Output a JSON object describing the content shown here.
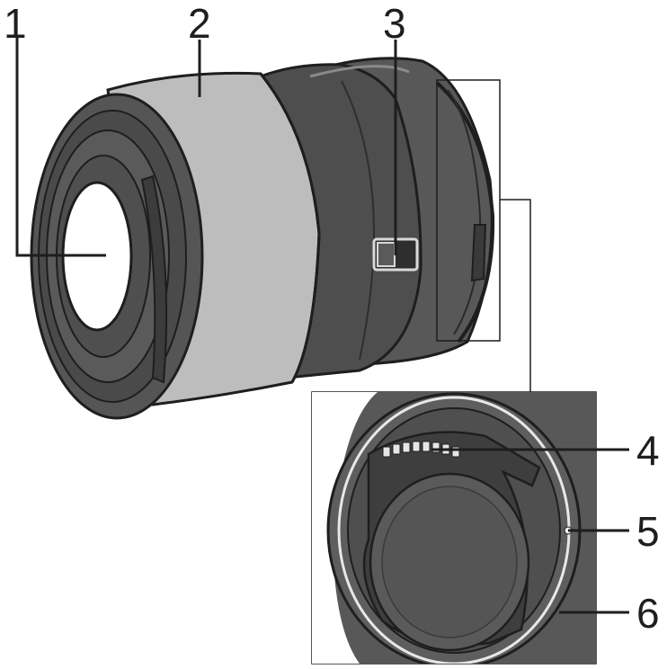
{
  "callouts": [
    {
      "label": "1"
    },
    {
      "label": "2"
    },
    {
      "label": "3"
    },
    {
      "label": "4"
    },
    {
      "label": "5"
    },
    {
      "label": "6"
    }
  ],
  "colors": {
    "body_dark": "#4a4a4a",
    "body_mid": "#5e5e5e",
    "ring_light": "#bdbdbd",
    "glass": "#ffffff",
    "outline": "#1e1e1e"
  }
}
